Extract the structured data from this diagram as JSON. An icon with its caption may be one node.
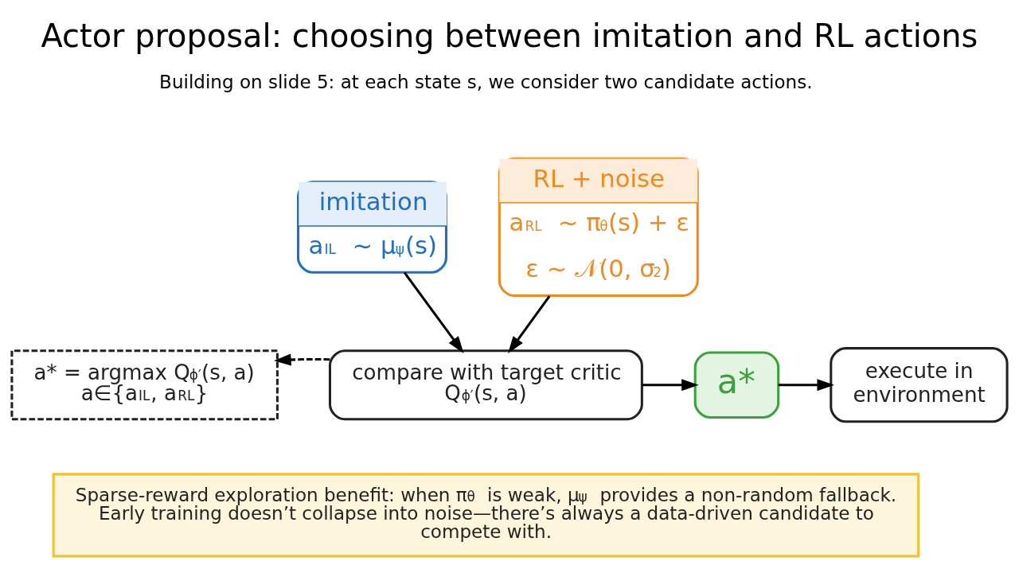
{
  "diagram": {
    "title": "Actor proposal: choosing between imitation and RL actions",
    "nodes": [
      {
        "text": [
          "imitation",
          "a$_{IL}$ ~ μ$_{ψ}$(s)"
        ]
      },
      {
        "text": [
          "RL + noise",
          "a$_{RL}$ ~ π$_{θ}$(s) + ε",
          "ε ~ 𝒩(0, σ$^{2}$)"
        ]
      },
      {
        "text": [
          "a* = argmax Q$_{ϕ′}$(s, a)",
          "a∈{a$_{IL}$, a$_{RL}$}"
        ]
      },
      {
        "text": [
          "compare with target critic",
          "Q$_{ϕ′}$(s, a)"
        ]
      },
      {
        "text": [
          "a*"
        ]
      },
      {
        "text": [
          "execute in environment"
        ]
      },
      {
        "text": [
          "Sparse-reward exploration benefit: when π$_{θ}$ is weak, μ$_{ψ}$ provides a non-random fallback. Early training doesn’t collapse into noise—there’s always a data-driven candidate to compete with."
        ]
      }
    ],
    "edges": [
      {
        "from": 0,
        "to": 3,
        "arrow": "to"
      },
      {
        "from": 1,
        "to": 3,
        "arrow": "to"
      },
      {
        "from": 3,
        "to": 2,
        "arrow": "to",
        "style": "dashed"
      },
      {
        "from": 3,
        "to": 4,
        "arrow": "to"
      },
      {
        "from": 4,
        "to": 5,
        "arrow": "to"
      }
    ],
    "labels": [
      "Building on slide 5: at each state s, we consider two candidate actions."
    ]
  }
}
